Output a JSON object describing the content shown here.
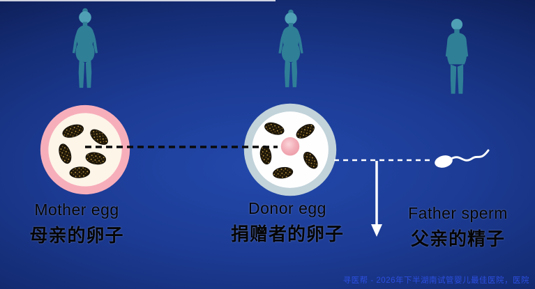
{
  "labels": {
    "mother": {
      "en": "Mother egg",
      "zh": "母亲的卵子"
    },
    "donor": {
      "en": "Donor egg",
      "zh": "捐赠者的卵子"
    },
    "father": {
      "en": "Father sperm",
      "zh": "父亲的精子"
    }
  },
  "watermark": {
    "text": "寻医帮 - 2026年下半湖南试管婴儿最佳医院，医院",
    "color": "#2c4fe0"
  },
  "diagram": {
    "figure_color": "#2f7f97",
    "figure_head_color": "#4fa0b5",
    "mother_egg": {
      "ring_color": "#f7aebb",
      "fill_color": "#fdf5e8",
      "organelle_count": 5
    },
    "donor_egg": {
      "ring_color": "#c2d3da",
      "fill_color": "#fefefe",
      "organelle_count": 5,
      "nucleus_color": "#f3aeb8"
    },
    "organelle_color": "#1f1708",
    "transfer_line_color": "#0a0a0a",
    "sperm_color": "#ffffff",
    "background_center": "#2349ac",
    "background_edge": "#060d30"
  }
}
